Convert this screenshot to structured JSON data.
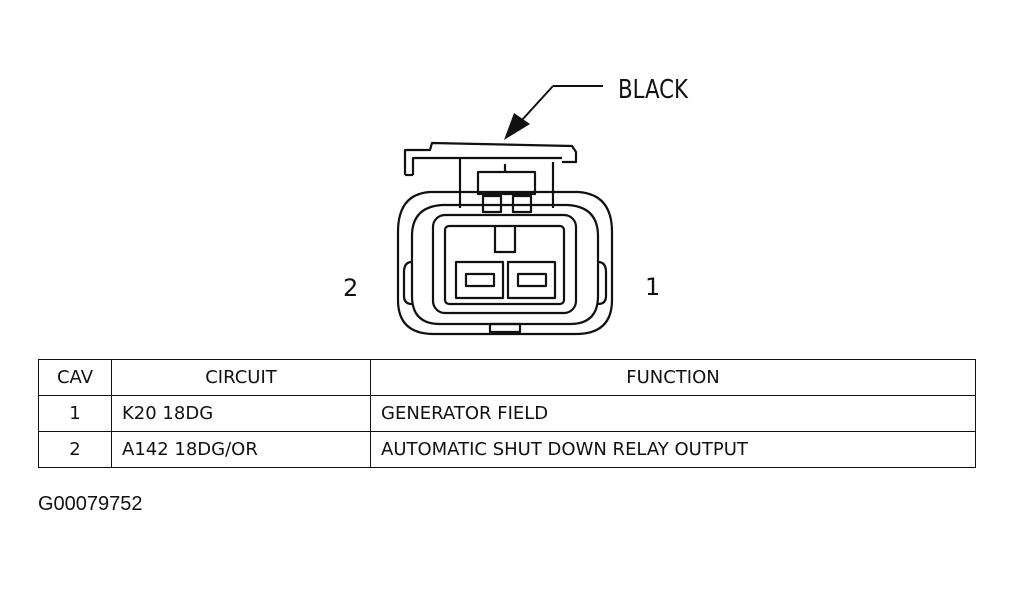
{
  "connector": {
    "color_label": "BLACK",
    "cavity_left_label": "2",
    "cavity_right_label": "1"
  },
  "table": {
    "headers": {
      "cav": "CAV",
      "circuit": "CIRCUIT",
      "function": "FUNCTION"
    },
    "rows": [
      {
        "cav": "1",
        "circuit": "K20 18DG",
        "function": "GENERATOR FIELD"
      },
      {
        "cav": "2",
        "circuit": "A142 18DG/OR",
        "function": "AUTOMATIC SHUT DOWN RELAY OUTPUT"
      }
    ]
  },
  "figure_id": "G00079752"
}
